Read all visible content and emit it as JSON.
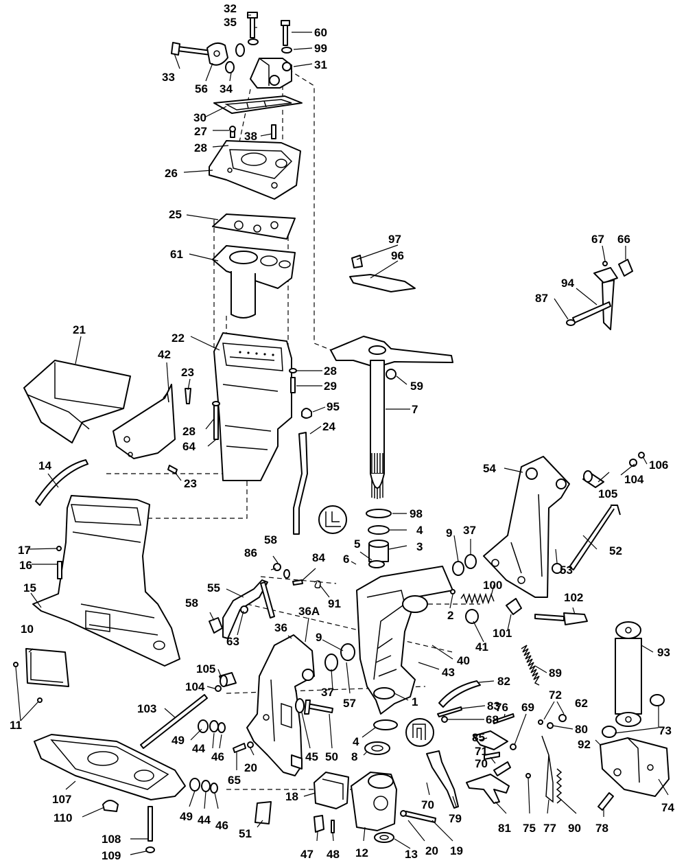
{
  "diagram": {
    "callouts": {
      "c32": "32",
      "c35": "35",
      "c60": "60",
      "c99": "99",
      "c31": "31",
      "c33": "33",
      "c56": "56",
      "c34": "34",
      "c30": "30",
      "c27": "27",
      "c38": "38",
      "c28a": "28",
      "c26": "26",
      "c25": "25",
      "c61": "61",
      "c97": "97",
      "c96": "96",
      "c67": "67",
      "c66": "66",
      "c94": "94",
      "c87": "87",
      "c21": "21",
      "c42": "42",
      "c22": "22",
      "c23a": "23",
      "c28b": "28",
      "c29": "29",
      "c59": "59",
      "c7": "7",
      "c95": "95",
      "c24": "24",
      "c28c": "28",
      "c64": "64",
      "c23b": "23",
      "c14": "14",
      "c54": "54",
      "c106": "106",
      "c104a": "104",
      "c105a": "105",
      "c52": "52",
      "c98": "98",
      "c4a": "4",
      "c3": "3",
      "c5": "5",
      "c6": "6",
      "c9a": "9",
      "c37a": "37",
      "c53": "53",
      "c17": "17",
      "c16": "16",
      "c15": "15",
      "c58a": "58",
      "c86": "86",
      "c84": "84",
      "c91": "91",
      "c55": "55",
      "c58b": "58",
      "c63": "63",
      "c36a": "36A",
      "c36": "36",
      "c100": "100",
      "c2": "2",
      "c41": "41",
      "c101": "101",
      "c102": "102",
      "c10": "10",
      "c9b": "9",
      "c40": "40",
      "c43": "43",
      "c89": "89",
      "c93": "93",
      "c105b": "105",
      "c104b": "104",
      "c37b": "37",
      "c57": "57",
      "c82": "82",
      "c1": "1",
      "c83": "83",
      "c11": "11",
      "c103": "103",
      "c68": "68",
      "c76": "76",
      "c72": "72",
      "c62": "62",
      "c69": "69",
      "c80": "80",
      "c73": "73",
      "c49a": "49",
      "c44a": "44",
      "c46a": "46",
      "c45": "45",
      "c50": "50",
      "c4b": "4",
      "c8": "8",
      "c85": "85",
      "c71": "71",
      "c70a": "70",
      "c92": "92",
      "c65": "65",
      "c20a": "20",
      "c107": "107",
      "c110": "110",
      "c49b": "49",
      "c44b": "44",
      "c46b": "46",
      "c18": "18",
      "c70b": "70",
      "c79": "79",
      "c81": "81",
      "c75": "75",
      "c77": "77",
      "c90": "90",
      "c78": "78",
      "c74": "74",
      "c51": "51",
      "c12": "12",
      "c20b": "20",
      "c19": "19",
      "c13": "13",
      "c47": "47",
      "c48": "48",
      "c108": "108",
      "c109": "109"
    }
  }
}
